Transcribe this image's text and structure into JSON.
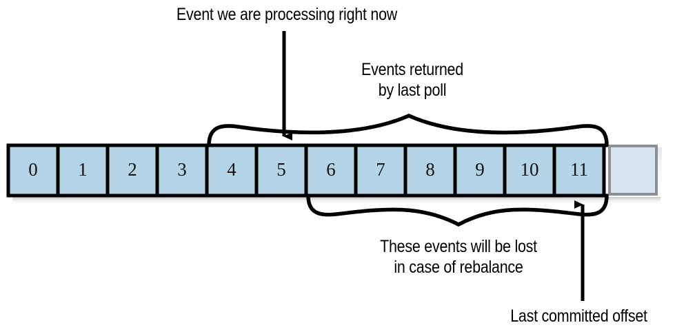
{
  "diagram": {
    "title": "Kafka consumer offset / poll window diagram",
    "colors": {
      "cell_fill": "#b4d4e8",
      "cell_empty_fill": "#d6e4f0",
      "cell_stroke": "#000000",
      "cell_empty_stroke": "#8a8f94",
      "line": "#000000",
      "background": "#ffffff",
      "shadow": "#b9b9b9"
    },
    "partition": {
      "name": "partition-offset-log",
      "cells": [
        {
          "label": "0",
          "state": "filled"
        },
        {
          "label": "1",
          "state": "filled"
        },
        {
          "label": "2",
          "state": "filled"
        },
        {
          "label": "3",
          "state": "filled"
        },
        {
          "label": "4",
          "state": "filled"
        },
        {
          "label": "5",
          "state": "filled"
        },
        {
          "label": "6",
          "state": "filled"
        },
        {
          "label": "7",
          "state": "filled"
        },
        {
          "label": "8",
          "state": "filled"
        },
        {
          "label": "9",
          "state": "filled"
        },
        {
          "label": "10",
          "state": "filled"
        },
        {
          "label": "11",
          "state": "filled"
        },
        {
          "label": "",
          "state": "empty"
        }
      ]
    },
    "annotations": {
      "current_event": {
        "text": "Event we are processing right now",
        "points_to_cell": "5",
        "arrow": "down-arrow"
      },
      "last_poll": {
        "line1": "Events returned",
        "line2": "by last poll",
        "text": "Events returned\nby last poll",
        "brace": "top-brace",
        "spans_cells": "4-11"
      },
      "lost_events": {
        "line1": "These events will be lost",
        "line2": "in case of rebalance",
        "text": "These events will be lost\nin case of rebalance",
        "brace": "bottom-brace",
        "spans_cells": "6-11"
      },
      "committed_offset": {
        "text": "Last committed offset",
        "points_to_cell": "11",
        "arrow": "up-arrow"
      }
    }
  }
}
